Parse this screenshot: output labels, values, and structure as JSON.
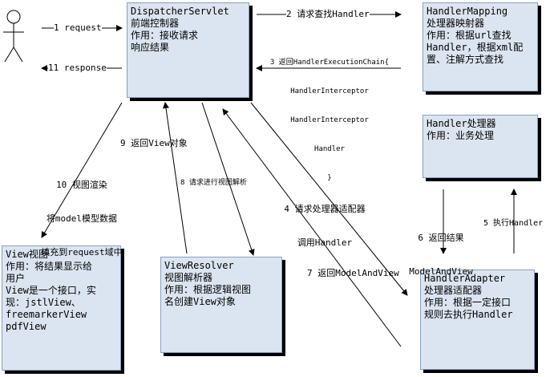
{
  "boxes": {
    "dispatcher": [
      "DispatcherServlet",
      "前端控制器",
      "作用：接收请求",
      "响应结果"
    ],
    "mapping": [
      "HandlerMapping",
      "处理器映射器",
      "作用：根据url查找",
      "Handler，根据xml配",
      "置、注解方式查找"
    ],
    "handler": [
      "Handler处理器",
      "作用：业务处理"
    ],
    "adapter": [
      "HandlerAdapter",
      "处理器适配器",
      "作用：根据一定接口",
      "规则去执行Handler"
    ],
    "resolver": [
      "ViewResolver",
      "视图解析器",
      "作用：根据逻辑视图",
      "名创建View对象"
    ],
    "view": [
      "View视图",
      "作用：将结果显示给",
      "用户",
      "View是一个接口，实",
      "现：jstlView、",
      "freemarkerView",
      "pdfView"
    ]
  },
  "labels": {
    "request": "1 request",
    "response": "11 response",
    "find_handler": "2 请求查找Handler",
    "return_chain": [
      "3 返回HandlerExecutionChain{",
      "HandlerInterceptor",
      "HandlerInterceptor",
      "Handler",
      "}"
    ],
    "call_adapter": [
      "4 请求处理器适配器",
      "调用Handler"
    ],
    "execute_handler": "5 执行Handler",
    "return_result": [
      "6 返回结果",
      "ModelAndView"
    ],
    "return_mav": "7 返回ModelAndView",
    "request_resolve": "8 请求进行视图解析",
    "return_view": "9 返回View对象",
    "render_view": [
      "10 视图渲染",
      "将model模型数据",
      "填充到request域中"
    ]
  }
}
